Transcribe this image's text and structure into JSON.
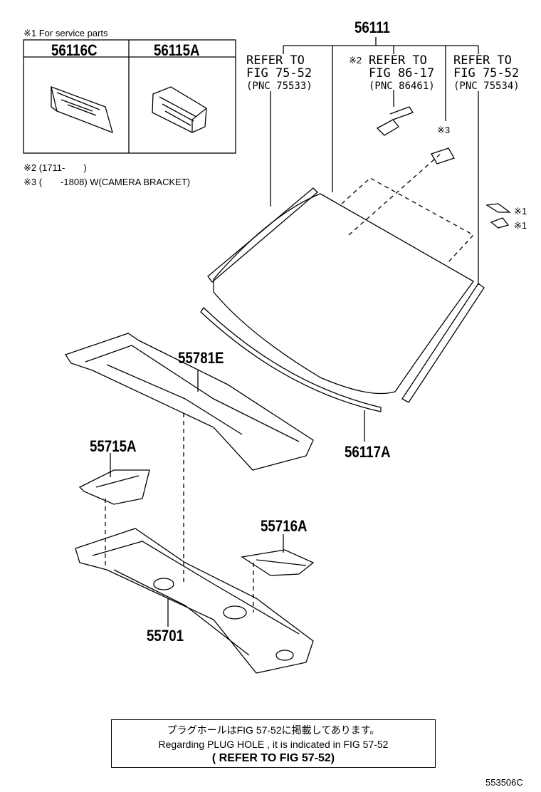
{
  "service_note": "※1 For service parts",
  "service_table": {
    "col1": "56116C",
    "col2": "56115A"
  },
  "footnotes": {
    "note2": "※2 (1711-　　)",
    "note3": "※3 (　　-1808) W(CAMERA BRACKET)"
  },
  "parts": {
    "p56111": "56111",
    "p55781e": "55781E",
    "p56117a": "56117A",
    "p55715a": "55715A",
    "p55716a": "55716A",
    "p55701": "55701"
  },
  "refs": {
    "left": {
      "line1": "REFER TO",
      "line2": "FIG 75-52",
      "line3": "(PNC 75533)"
    },
    "middle": {
      "mark": "※2",
      "line1": "REFER TO",
      "line2": "FIG 86-17",
      "line3": "(PNC 86461)"
    },
    "right": {
      "line1": "REFER TO",
      "line2": "FIG 75-52",
      "line3": "(PNC 75534)"
    }
  },
  "markers": {
    "m3": "※3",
    "m1a": "※1",
    "m1b": "※1"
  },
  "bottom_note": {
    "jp": "プラグホールはFIG 57-52に掲載してあります。",
    "en": "Regarding PLUG HOLE , it is indicated in FIG 57-52",
    "refer": "( REFER TO FIG 57-52)"
  },
  "figure_code": "553506C"
}
